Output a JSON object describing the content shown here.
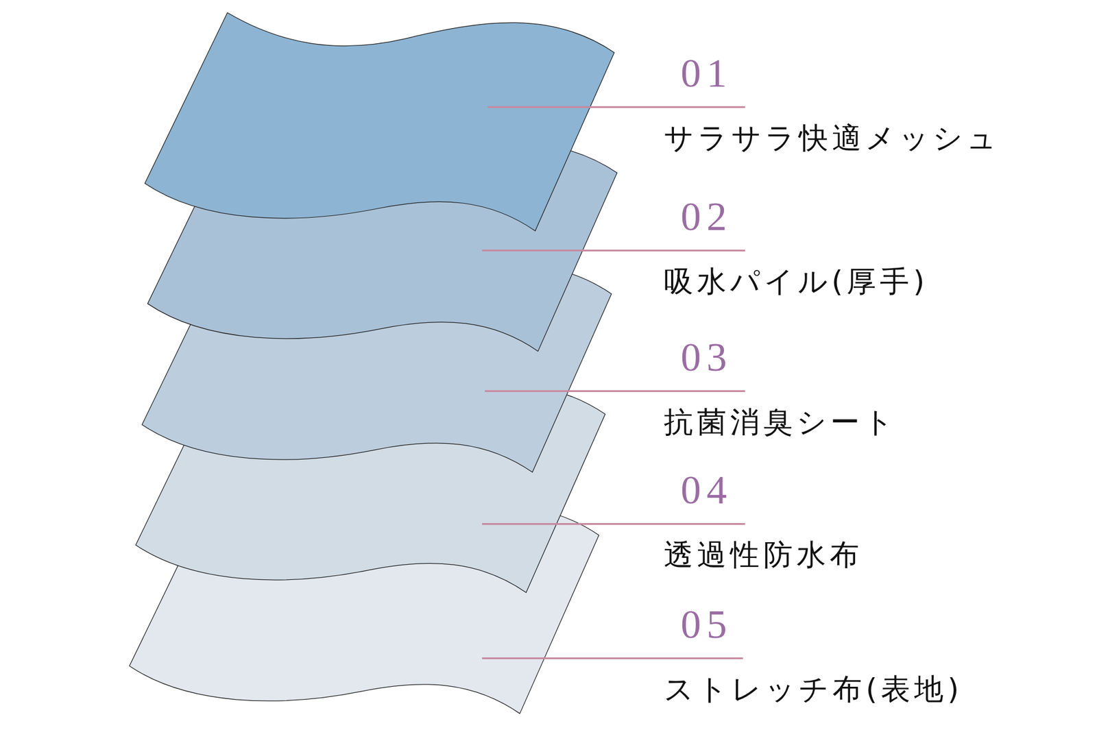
{
  "diagram": {
    "labels": [
      "01",
      "サラサラ快適メッシュ",
      "02",
      "吸水パイル(厚手)",
      "03",
      "抗菌消臭シート",
      "04",
      "透過性防水布",
      "05",
      "ストレッチ布(表地)"
    ]
  }
}
